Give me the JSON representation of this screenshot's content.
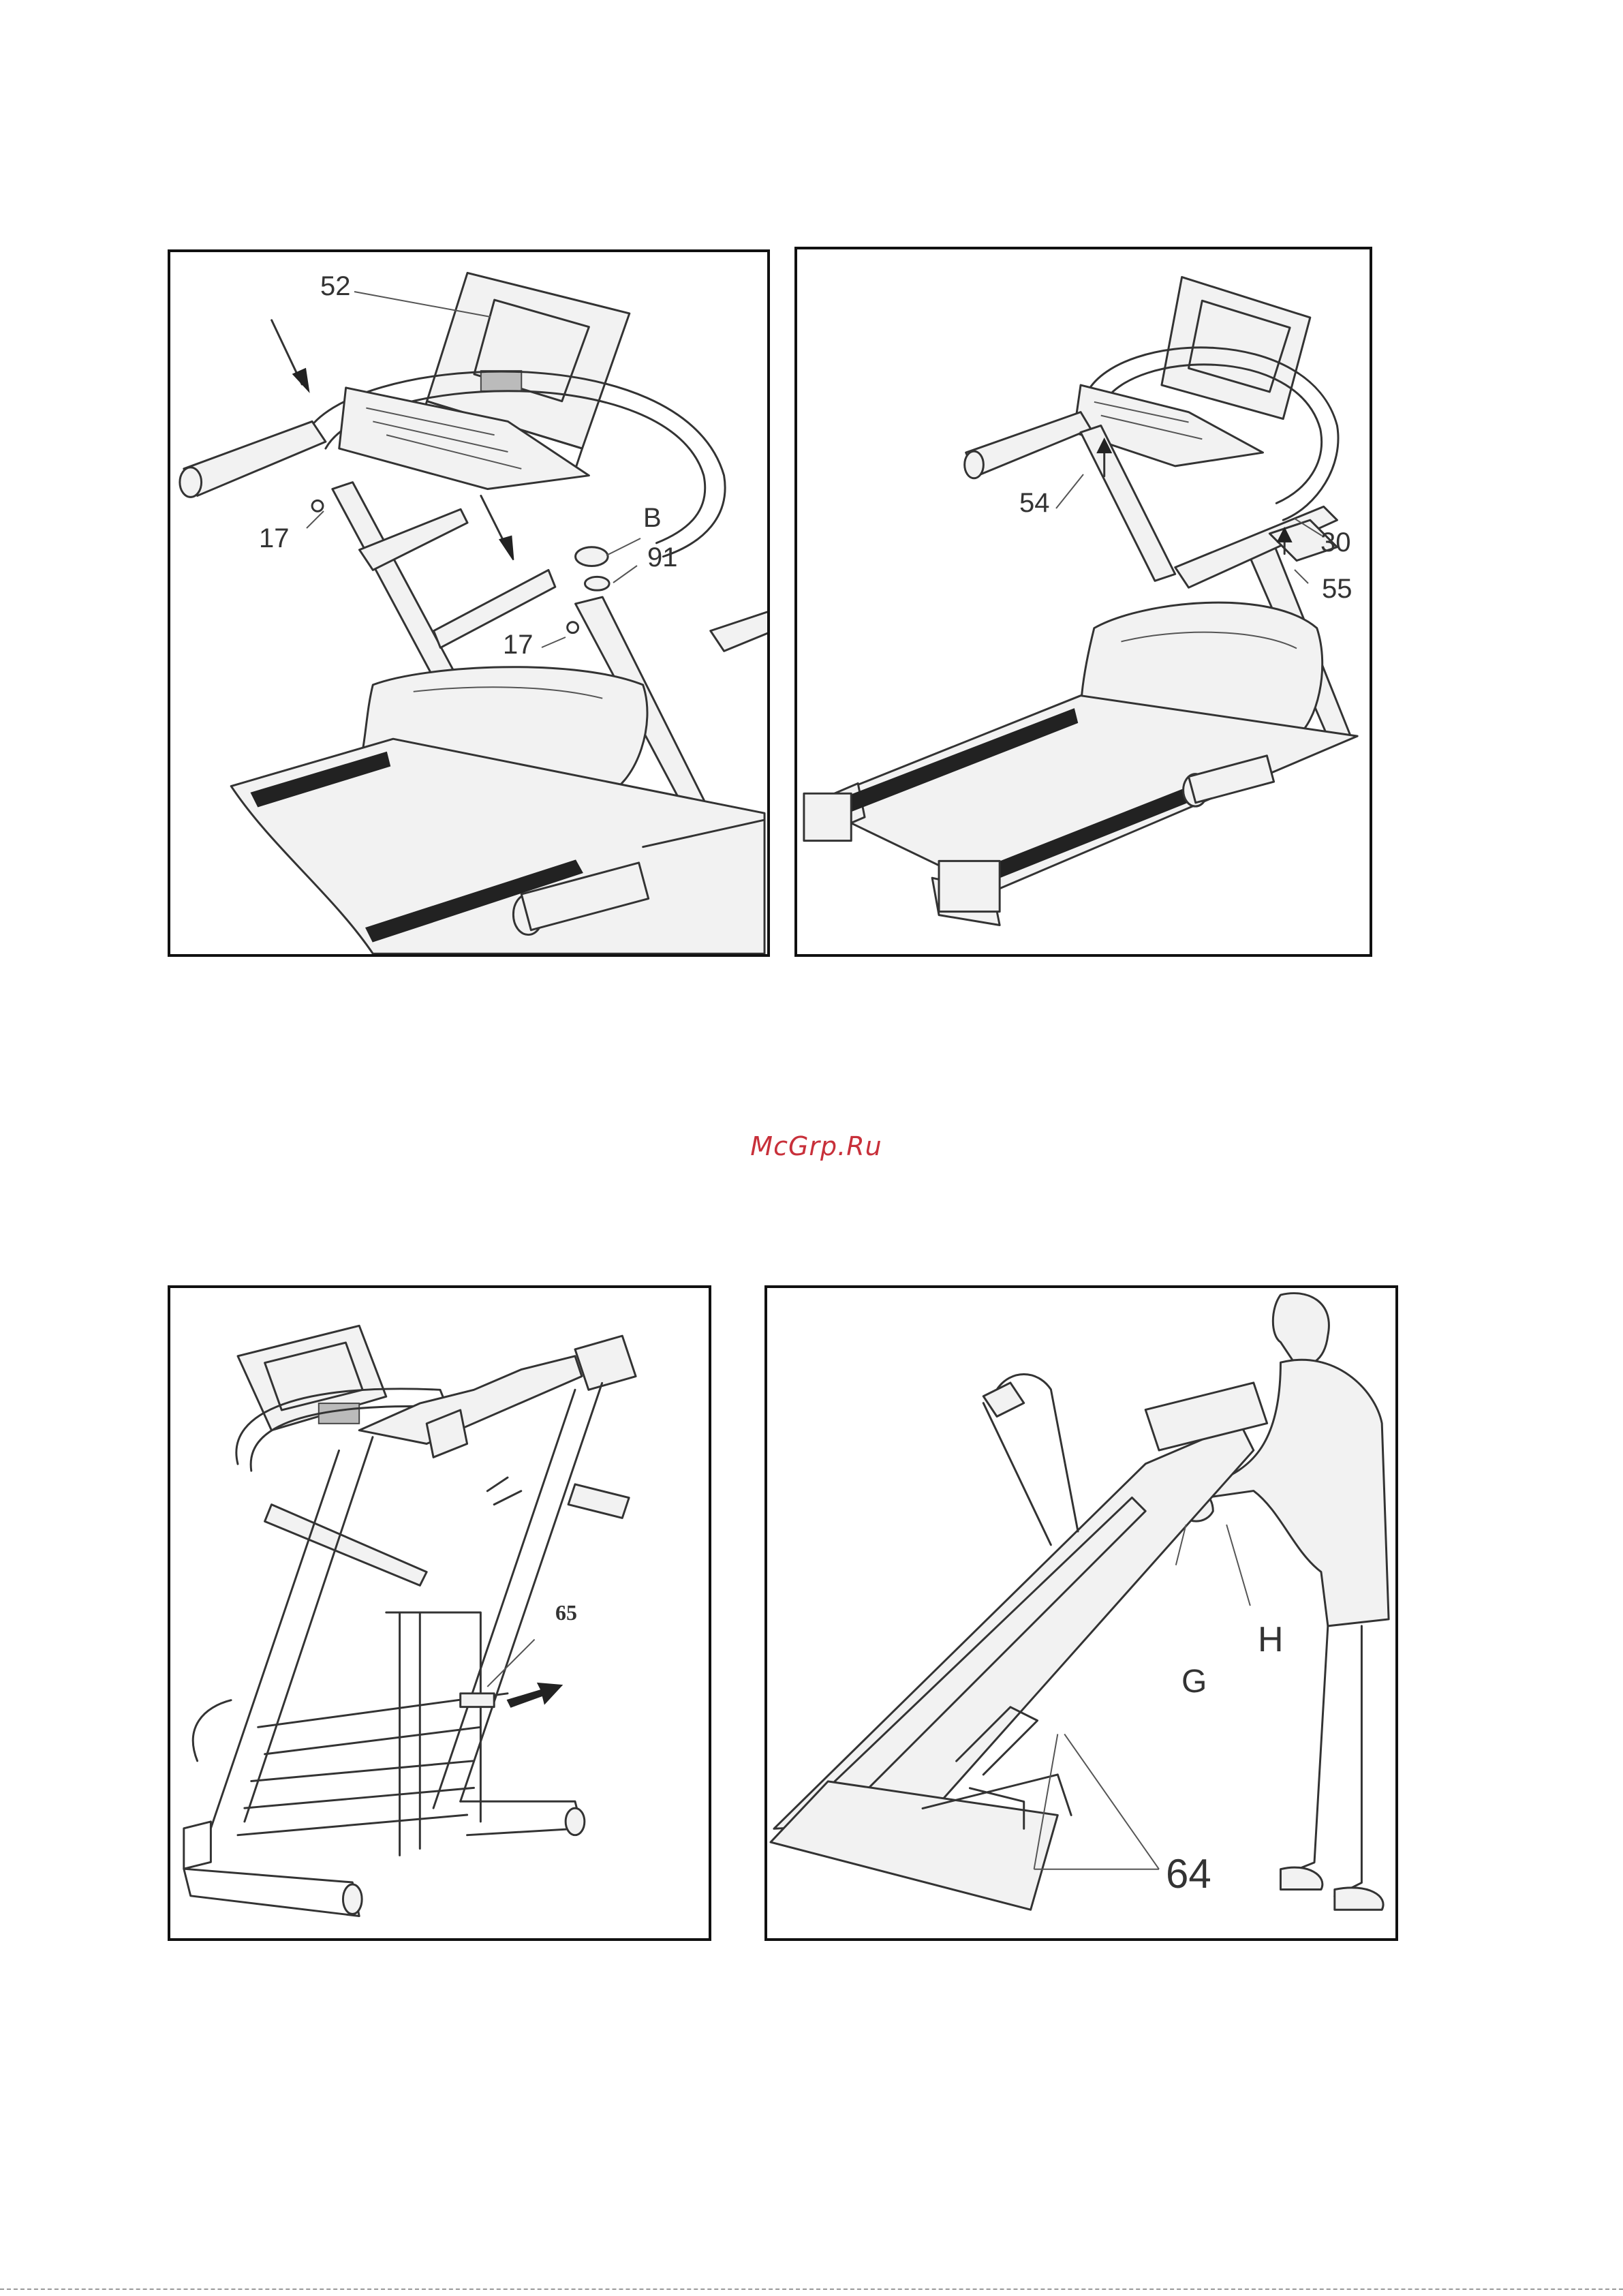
{
  "watermark": "McGrp.Ru",
  "figures": [
    {
      "id": "fig1",
      "labels": {
        "console": "52",
        "pin_left": "17",
        "pin_right": "17",
        "part_b": "B",
        "washer": "91"
      }
    },
    {
      "id": "fig2",
      "labels": {
        "left": "54",
        "right_top": "30",
        "right_bottom": "55"
      }
    },
    {
      "id": "fig3",
      "labels": {
        "knob": "65"
      }
    },
    {
      "id": "fig4",
      "labels": {
        "handle": "H",
        "deck": "G",
        "wheels": "64"
      }
    }
  ]
}
